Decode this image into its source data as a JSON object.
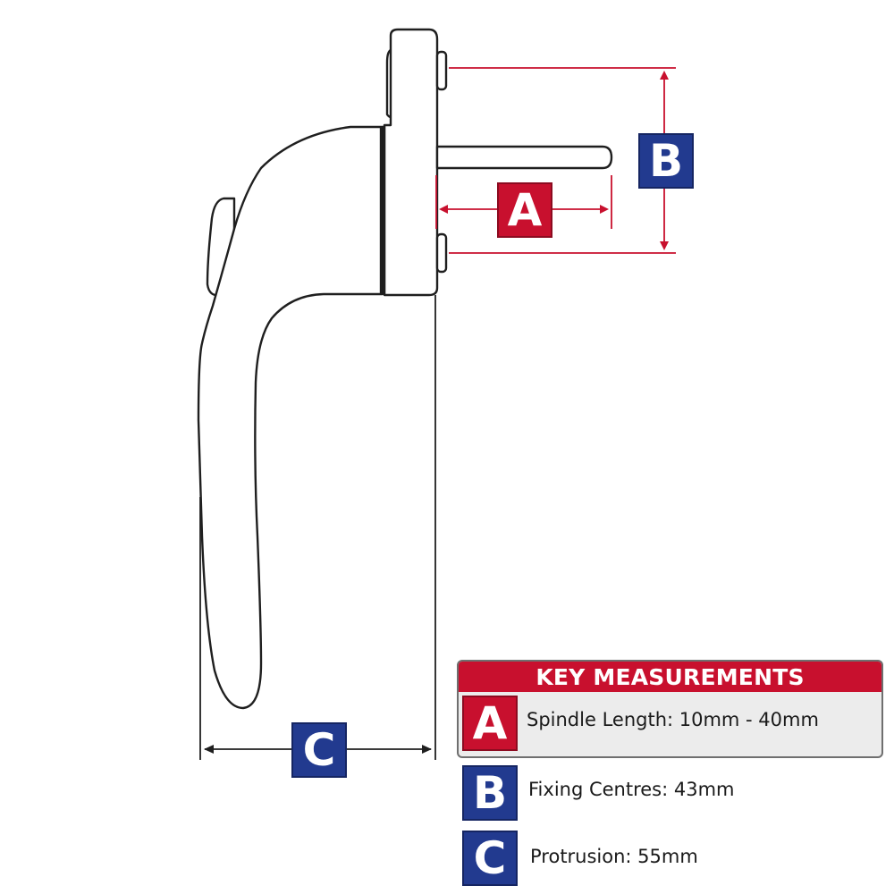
{
  "colors": {
    "red": "#c8102e",
    "blue": "#223a8f",
    "outline": "#1f1f1f",
    "dimension": "#c8102e"
  },
  "labels": {
    "a": "A",
    "b": "B",
    "c": "C"
  },
  "key": {
    "title": "KEY MEASUREMENTS",
    "items": [
      {
        "letter": "A",
        "text": "Spindle Length: 10mm - 40mm"
      },
      {
        "letter": "B",
        "text": "Fixing Centres: 43mm"
      },
      {
        "letter": "C",
        "text": "Protrusion: 55mm"
      }
    ]
  }
}
